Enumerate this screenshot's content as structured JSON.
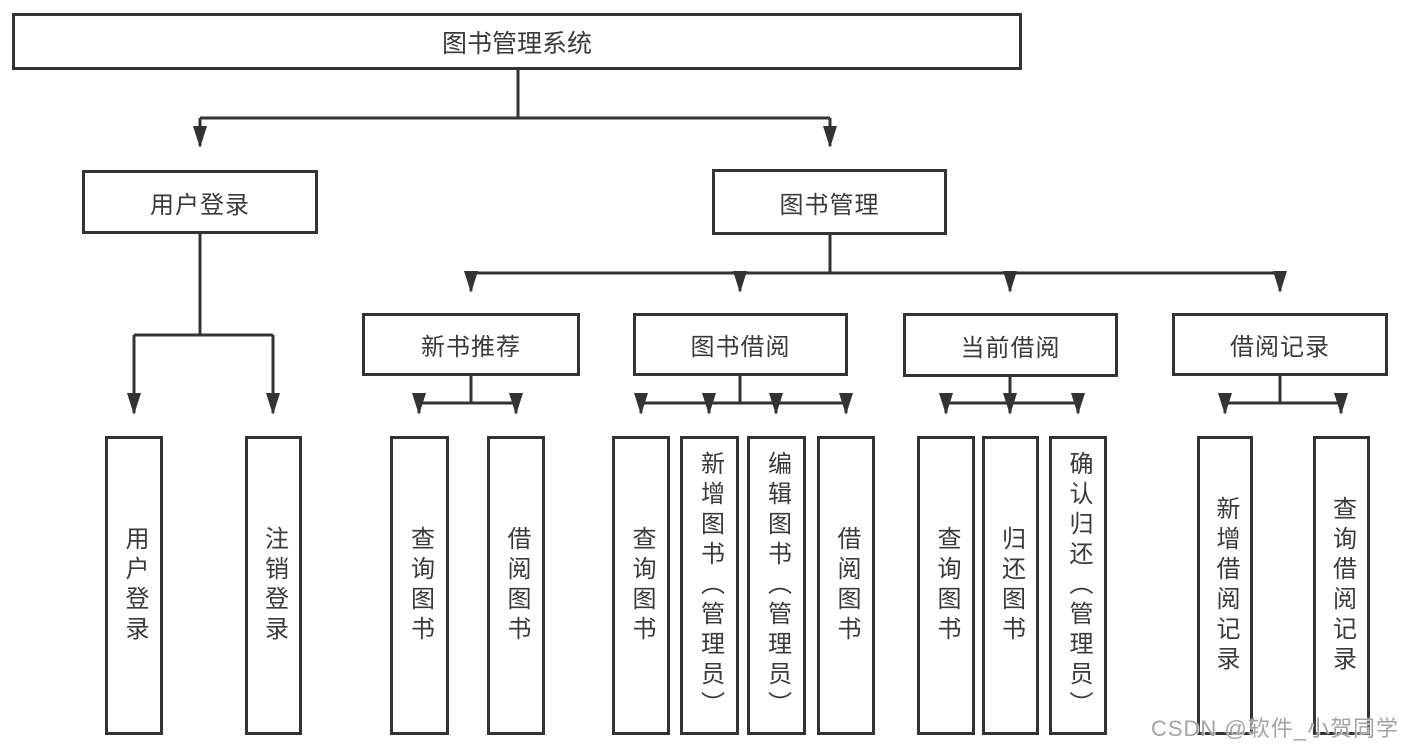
{
  "title": "图书管理系统",
  "tree": {
    "root_label": "图书管理系统",
    "user_login": {
      "label": "用户登录",
      "children": [
        {
          "label": "用户登录"
        },
        {
          "label": "注销登录"
        }
      ]
    },
    "book_mgmt": {
      "label": "图书管理",
      "sections": [
        {
          "label": "新书推荐",
          "children": [
            {
              "label": "查询图书"
            },
            {
              "label": "借阅图书"
            }
          ]
        },
        {
          "label": "图书借阅",
          "children": [
            {
              "label": "查询图书"
            },
            {
              "label": "新增图书（管理员）"
            },
            {
              "label": "编辑图书（管理员）"
            },
            {
              "label": "借阅图书"
            }
          ]
        },
        {
          "label": "当前借阅",
          "children": [
            {
              "label": "查询图书"
            },
            {
              "label": "归还图书"
            },
            {
              "label": "确认归还（管理员）"
            }
          ]
        },
        {
          "label": "借阅记录",
          "children": [
            {
              "label": "新增借阅记录"
            },
            {
              "label": "查询借阅记录"
            }
          ]
        }
      ]
    }
  },
  "watermark": "CSDN @软件_小贺同学",
  "colors": {
    "line": "#333333",
    "box_border": "#333333",
    "text": "#3a3a3c",
    "watermark": "#9e9e9e",
    "background": "#ffffff"
  }
}
